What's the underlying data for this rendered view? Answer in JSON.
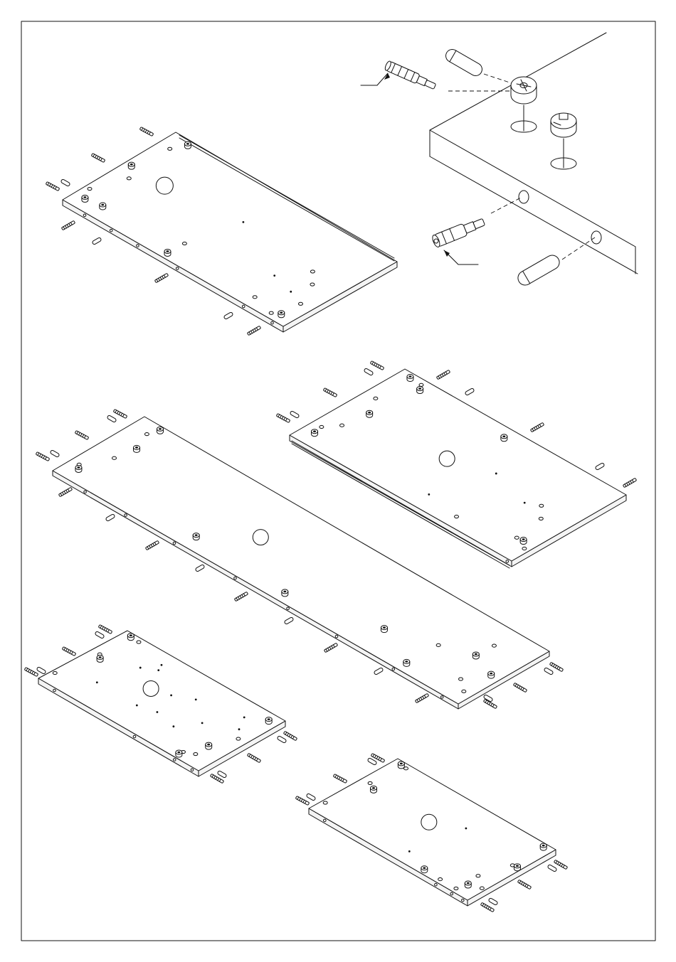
{
  "sheet": {
    "background": "#ffffff",
    "line_color": "#111111"
  },
  "detail": {
    "parts": [
      "cam-bolt-icon",
      "wooden-dowel-icon",
      "cam-lock-icon",
      "cam-lock-icon",
      "wooden-dowel-icon",
      "cam-bolt-icon"
    ]
  },
  "panels": [
    {
      "id": "panel-a",
      "description_icon": "shelf-panel-icon"
    },
    {
      "id": "panel-b",
      "description_icon": "shelf-panel-icon"
    },
    {
      "id": "panel-c",
      "description_icon": "long-side-panel-icon"
    },
    {
      "id": "panel-d",
      "description_icon": "shelf-panel-icon"
    },
    {
      "id": "panel-e",
      "description_icon": "shelf-panel-icon"
    }
  ]
}
